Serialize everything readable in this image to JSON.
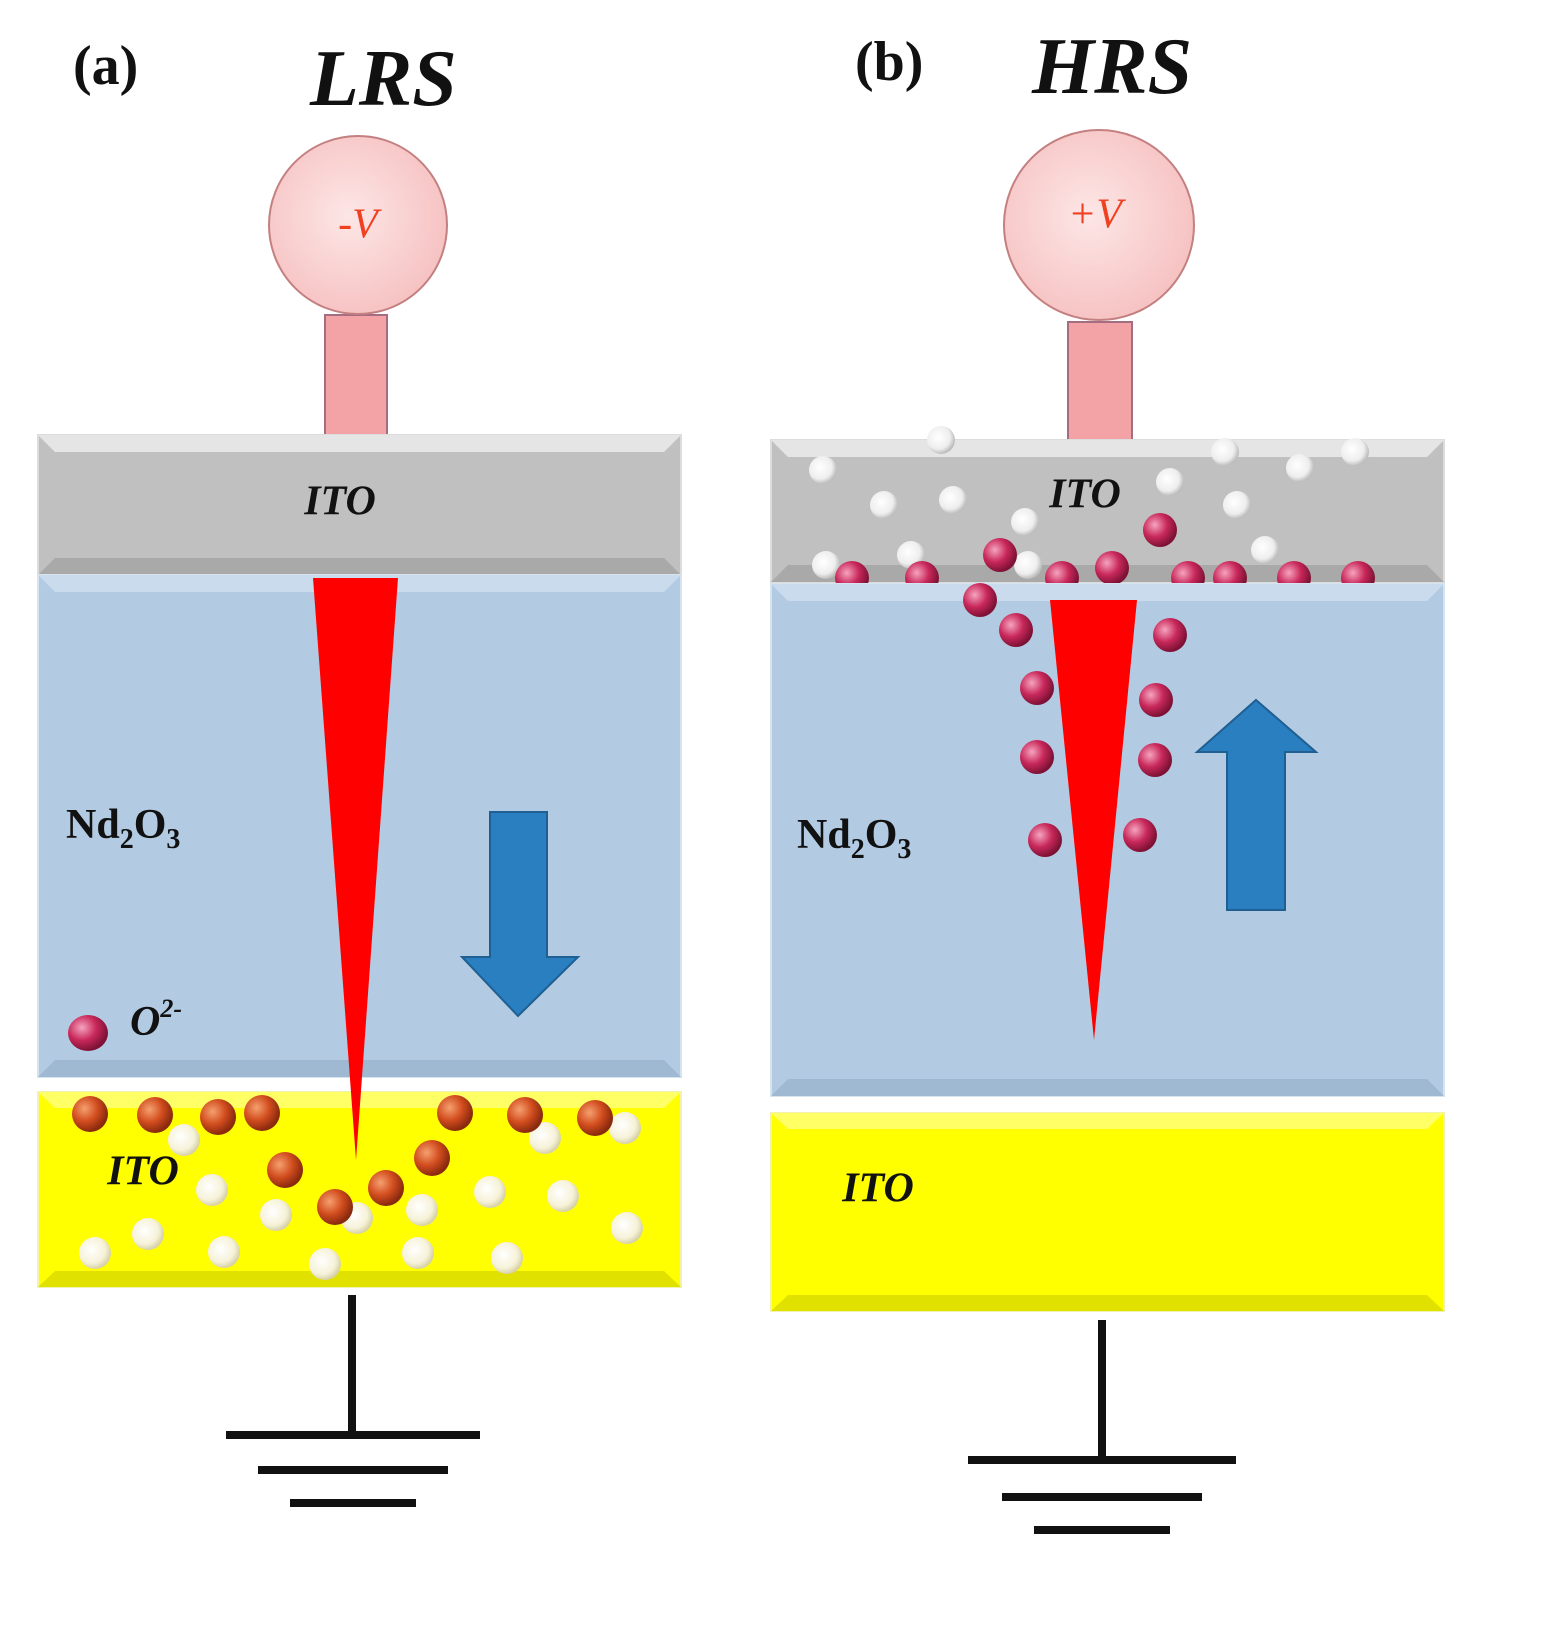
{
  "panels": {
    "a": {
      "panel_label": "(a)",
      "state_label": "LRS",
      "voltage_label": "-V",
      "top_electrode_label": "ITO",
      "oxide_label_main": "Nd",
      "oxide_sub_1": "2",
      "oxide_mid": "O",
      "oxide_sub_2": "3",
      "bottom_electrode_label": "ITO",
      "ion_label_main": "O",
      "ion_label_sup": "2-",
      "arrow_direction": "down"
    },
    "b": {
      "panel_label": "(b)",
      "state_label": "HRS",
      "voltage_label": "+V",
      "top_electrode_label": "ITO",
      "oxide_label_main": "Nd",
      "oxide_sub_1": "2",
      "oxide_mid": "O",
      "oxide_sub_2": "3",
      "bottom_electrode_label": "ITO",
      "arrow_direction": "up"
    }
  },
  "colors": {
    "electrode_gray": "#c0c0c0",
    "oxide_blue": "#b2cbe2",
    "electrode_yellow": "#ffff00",
    "filament_red": "#ff0000",
    "arrow_blue": "#2a7fc0",
    "probe_pink": "#f7c2c2",
    "label_red": "#f04020",
    "ion_orange": "#d24d1e",
    "ion_pink": "#c8285a",
    "ground_black": "#111111"
  }
}
